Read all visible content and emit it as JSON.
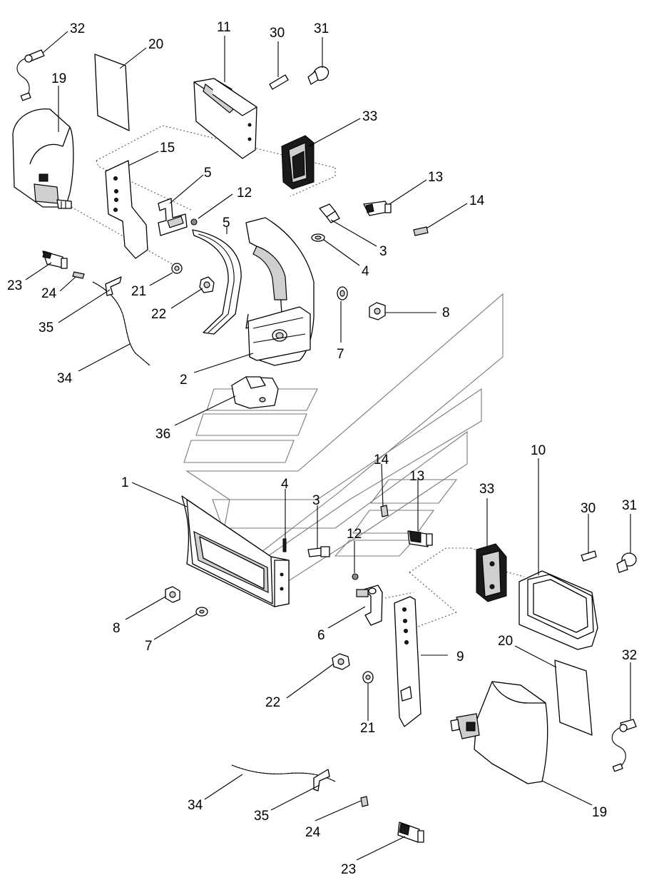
{
  "diagram": {
    "labels_top": {
      "l32": "32",
      "l20": "20",
      "l11": "11",
      "l30": "30",
      "l31": "31",
      "l19": "19",
      "l15": "15",
      "l33": "33",
      "l5a": "5",
      "l12": "12",
      "l13": "13",
      "l14": "14",
      "l5b": "5",
      "l3": "3",
      "l4": "4",
      "l23": "23",
      "l24": "24",
      "l21": "21",
      "l22": "22",
      "l8": "8",
      "l35": "35",
      "l7": "7",
      "l2": "2",
      "l34": "34",
      "l36": "36"
    },
    "labels_bottom": {
      "l1": "1",
      "l14": "14",
      "l13": "13",
      "l10": "10",
      "l4": "4",
      "l3": "3",
      "l33": "33",
      "l30": "30",
      "l31": "31",
      "l12": "12",
      "l8": "8",
      "l6": "6",
      "l9": "9",
      "l7": "7",
      "l20": "20",
      "l32": "32",
      "l22": "22",
      "l21": "21",
      "l34": "34",
      "l35": "35",
      "l19": "19",
      "l24": "24",
      "l23": "23"
    }
  }
}
